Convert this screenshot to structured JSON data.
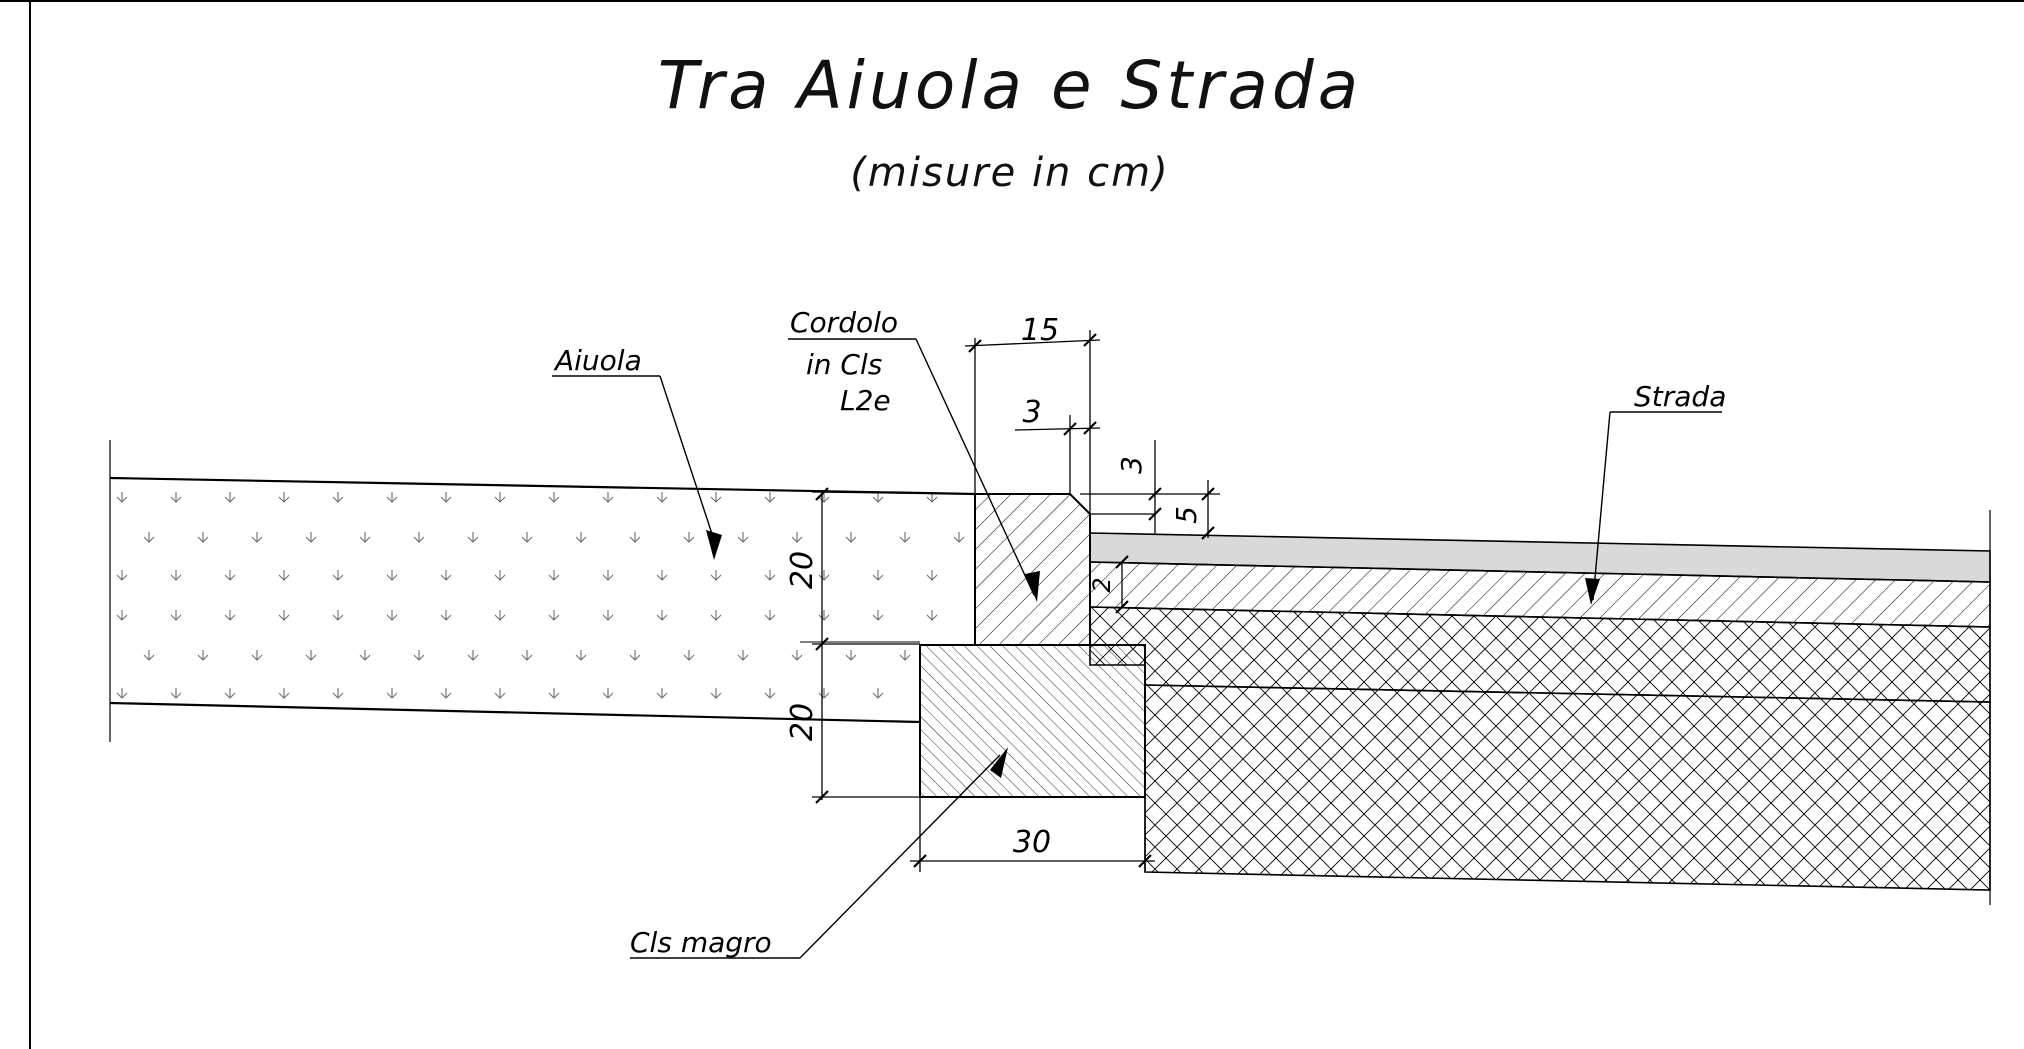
{
  "drawing": {
    "title": "Tra Aiuola e Strada",
    "subtitle": "(misure in cm)"
  },
  "labels": {
    "aiuola": "Aiuola",
    "cordolo_1": "Cordolo",
    "cordolo_2": "in Cls",
    "cordolo_3": "L2e",
    "strada": "Strada",
    "cls_magro": "Cls magro"
  },
  "dimensions": {
    "curb_width": "15",
    "chamfer_width": "3",
    "chamfer_height": "3",
    "curb_reveal": "5",
    "surface_layer": "2",
    "curb_height": "20",
    "base_height": "20",
    "base_width": "30"
  }
}
